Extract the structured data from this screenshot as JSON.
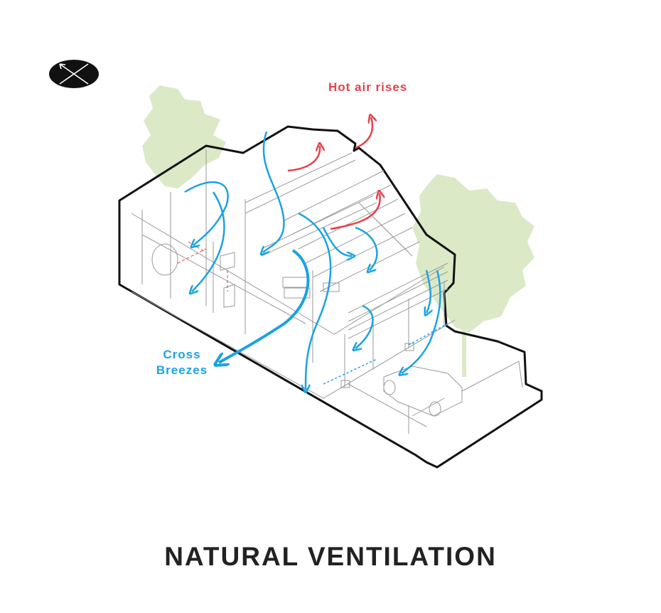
{
  "title": "NATURAL VENTILATION",
  "labels": {
    "hot_air": "Hot air rises",
    "cross_breezes_line1": "Cross",
    "cross_breezes_line2": "Breezes"
  },
  "colors": {
    "hot_air": "#e8404a",
    "cross_breeze": "#1aa3e0",
    "tree": "#dbe9c7",
    "outline": "#111111",
    "linework": "#9a9a9a"
  },
  "icons": [
    "north-arrow-icon"
  ]
}
